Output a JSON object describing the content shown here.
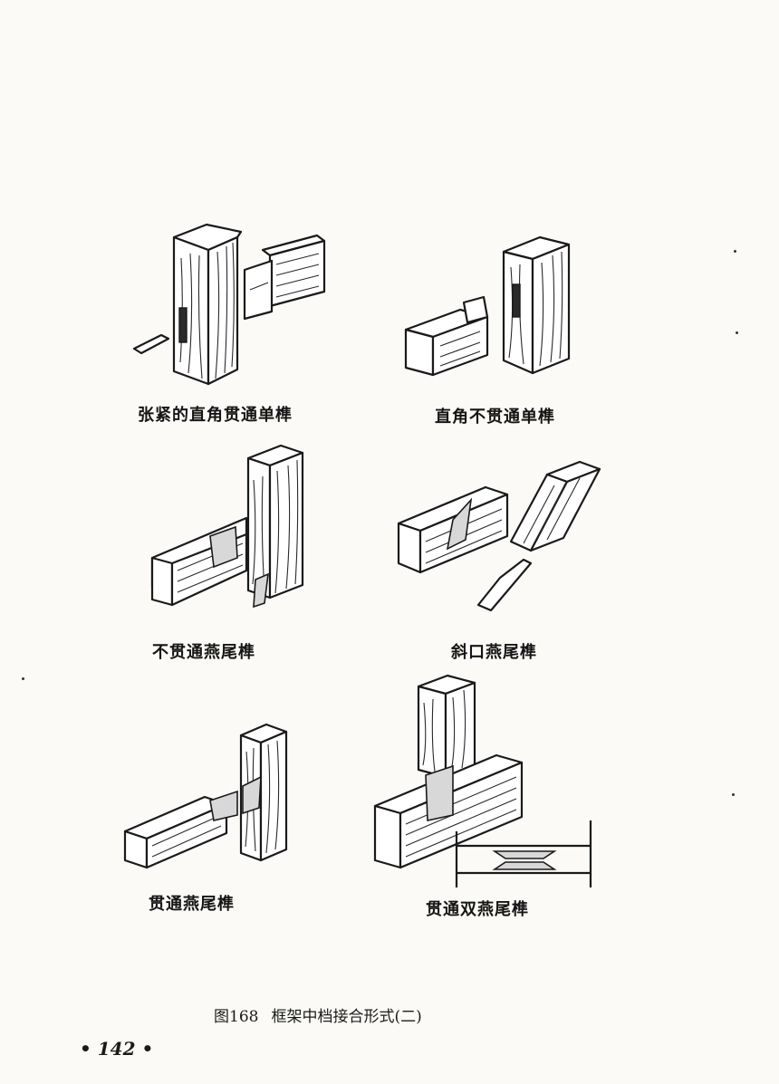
{
  "captions": {
    "j1": "张紧的直角贯通单榫",
    "j2": "直角不贯通单榫",
    "j3": "不贯通燕尾榫",
    "j4": "斜口燕尾榫",
    "j5": "贯通燕尾榫",
    "j6": "贯通双燕尾榫"
  },
  "figure": {
    "number": "图168",
    "title": "框架中档接合形式(二)"
  },
  "page_number": "• 142 •"
}
